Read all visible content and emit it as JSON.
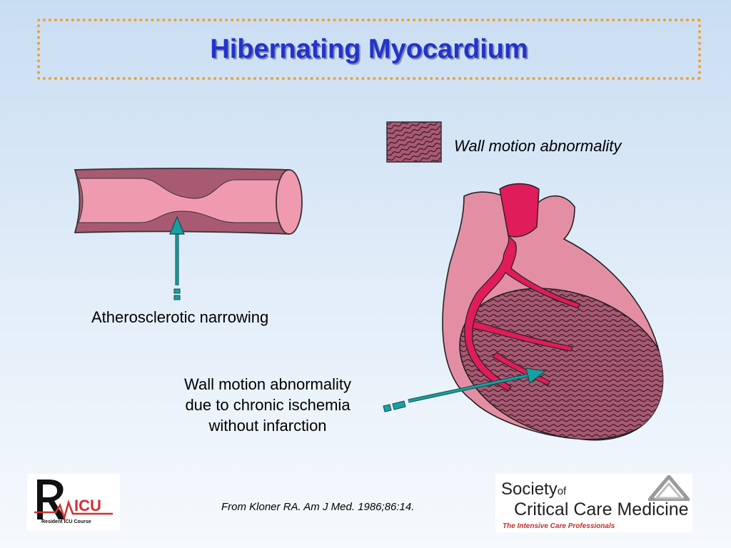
{
  "slide": {
    "title": "Hibernating Myocardium",
    "legend_label": "Wall motion abnormality",
    "atherosclerotic_label": "Atherosclerotic narrowing",
    "wall_motion_label_lines": [
      "Wall motion abnormality",
      "due to chronic ischemia",
      "without infarction"
    ],
    "citation": "From Kloner RA. Am J Med. 1986;86:14."
  },
  "logos": {
    "ricu": {
      "subtitle": "Resident ICU Course"
    },
    "sccm": {
      "line1": "Society",
      "line1_of": "of",
      "line2": "Critical Care Medicine",
      "tagline": "The Intensive Care Professionals"
    }
  },
  "colors": {
    "title": "#2233cc",
    "title_border": "#f0a030",
    "vessel_wall": "#a85a72",
    "vessel_lumen": "#f09ab0",
    "heart": "#e48ea4",
    "artery": "#e01c5a",
    "arrow": "#138c8c"
  },
  "icons": [
    "ricu-logo-icon",
    "sccm-triangle-icon"
  ]
}
